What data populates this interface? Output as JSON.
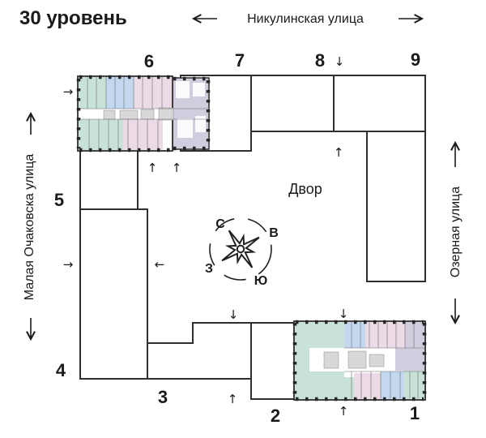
{
  "level": {
    "title": "30 уровень"
  },
  "streets": {
    "top": "Никулинская улица",
    "left": "Малая Очаковска улица",
    "right": "Озерная улица"
  },
  "courtyard": {
    "label": "Двор"
  },
  "compass": {
    "north": "С",
    "east": "В",
    "south": "Ю",
    "west": "З"
  },
  "buildings": {
    "b1": "1",
    "b2": "2",
    "b3": "3",
    "b4": "4",
    "b5": "5",
    "b6": "6",
    "b7": "7",
    "b8": "8",
    "b9": "9"
  },
  "icons": {
    "arrow_up": "↑",
    "arrow_down": "↓",
    "arrow_left": "←",
    "arrow_right": "→"
  },
  "palette": {
    "ink": "#1a1a1a",
    "outline": "#2f2f2f",
    "teal": "#c8e2d8",
    "blue": "#c3d8ef",
    "pink": "#ecdbe6",
    "lavender": "#d2ccdf",
    "core": "#d8d8d8"
  }
}
